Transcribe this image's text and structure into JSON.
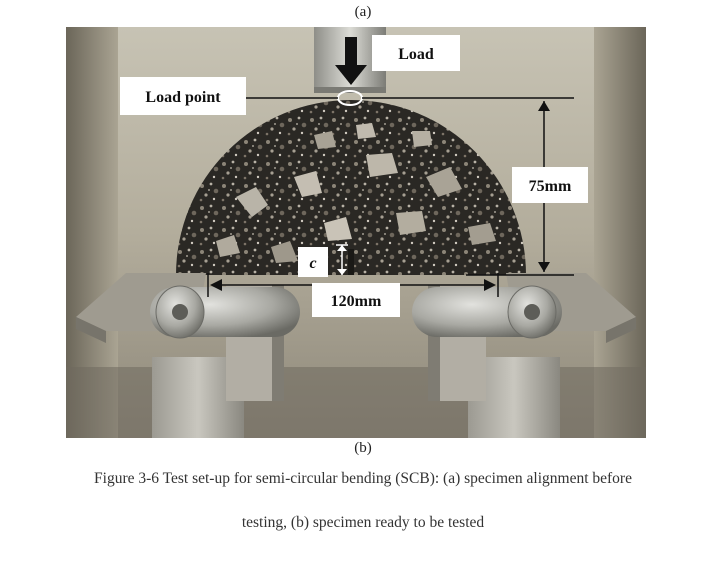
{
  "figure": {
    "label_a": "(a)",
    "label_b": "(b)",
    "annotations": {
      "load": "Load",
      "load_point": "Load point",
      "height": "75mm",
      "span": "120mm",
      "notch": "c"
    }
  },
  "caption": {
    "line1": "Figure 3-6 Test set-up for semi-circular bending (SCB): (a) specimen alignment before",
    "line2": "testing, (b) specimen ready to be tested"
  }
}
